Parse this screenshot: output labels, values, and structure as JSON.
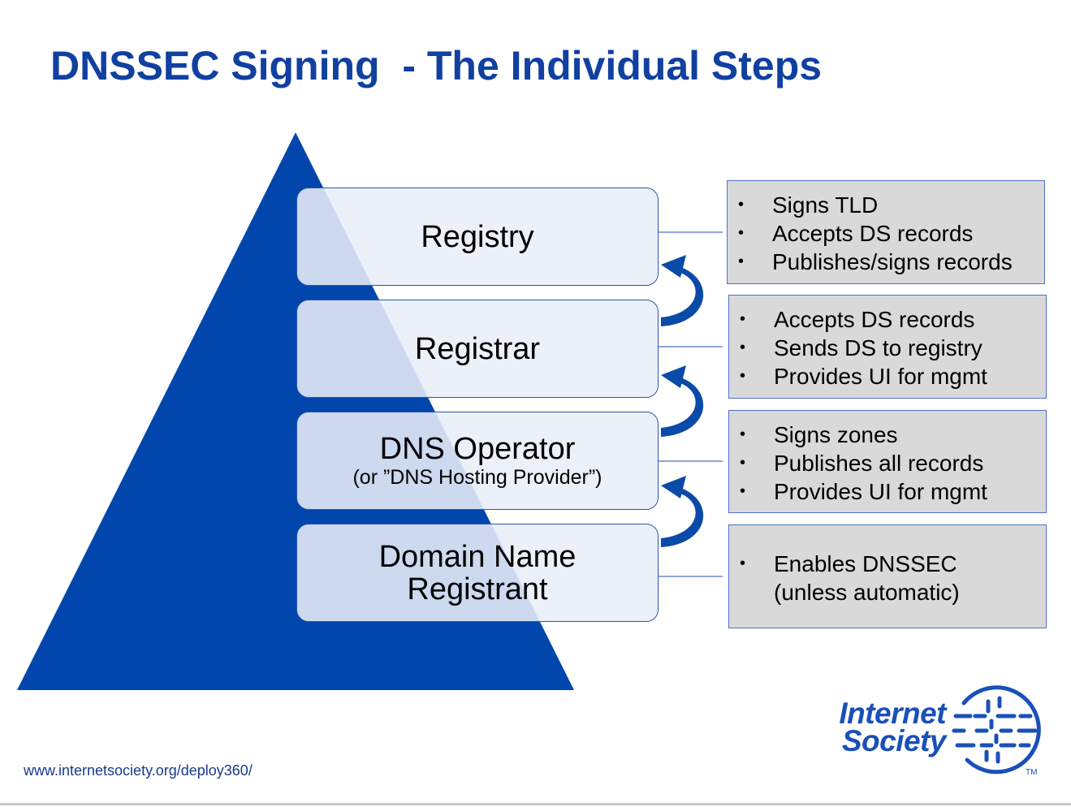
{
  "title": "DNSSEC Signing  - The Individual Steps",
  "colors": {
    "title": "#1040a0",
    "pyramid": "#0046ad",
    "tier_border": "#2a55b0",
    "info_bg": "#d9d9d9",
    "info_border": "#4d6fc4",
    "arrow": "#0a4aa8"
  },
  "tiers": [
    {
      "label": "Registry",
      "sublabel": ""
    },
    {
      "label": "Registrar",
      "sublabel": ""
    },
    {
      "label": "DNS Operator",
      "sublabel": "(or ”DNS Hosting Provider”)"
    },
    {
      "label_lines": [
        "Domain Name",
        "Registrant"
      ]
    }
  ],
  "info_boxes": [
    {
      "bullets": [
        "Signs TLD",
        "Accepts DS records",
        "Publishes/signs records"
      ]
    },
    {
      "bullets": [
        "Accepts DS records",
        "Sends DS to registry",
        "Provides UI for mgmt"
      ]
    },
    {
      "bullets": [
        "Signs zones",
        "Publishes all records",
        "Provides UI for mgmt"
      ]
    },
    {
      "bullets": [
        "Enables DNSSEC"
      ],
      "continuation": "(unless automatic)"
    }
  ],
  "bullet_char": "•",
  "arrows": {
    "count": 3,
    "direction": "upward"
  },
  "footer_url": "www.internetsociety.org/deploy360/",
  "logo": {
    "line1": "Internet",
    "line2": "Society",
    "tm": "TM",
    "icon": "isoc-globe-icon"
  }
}
